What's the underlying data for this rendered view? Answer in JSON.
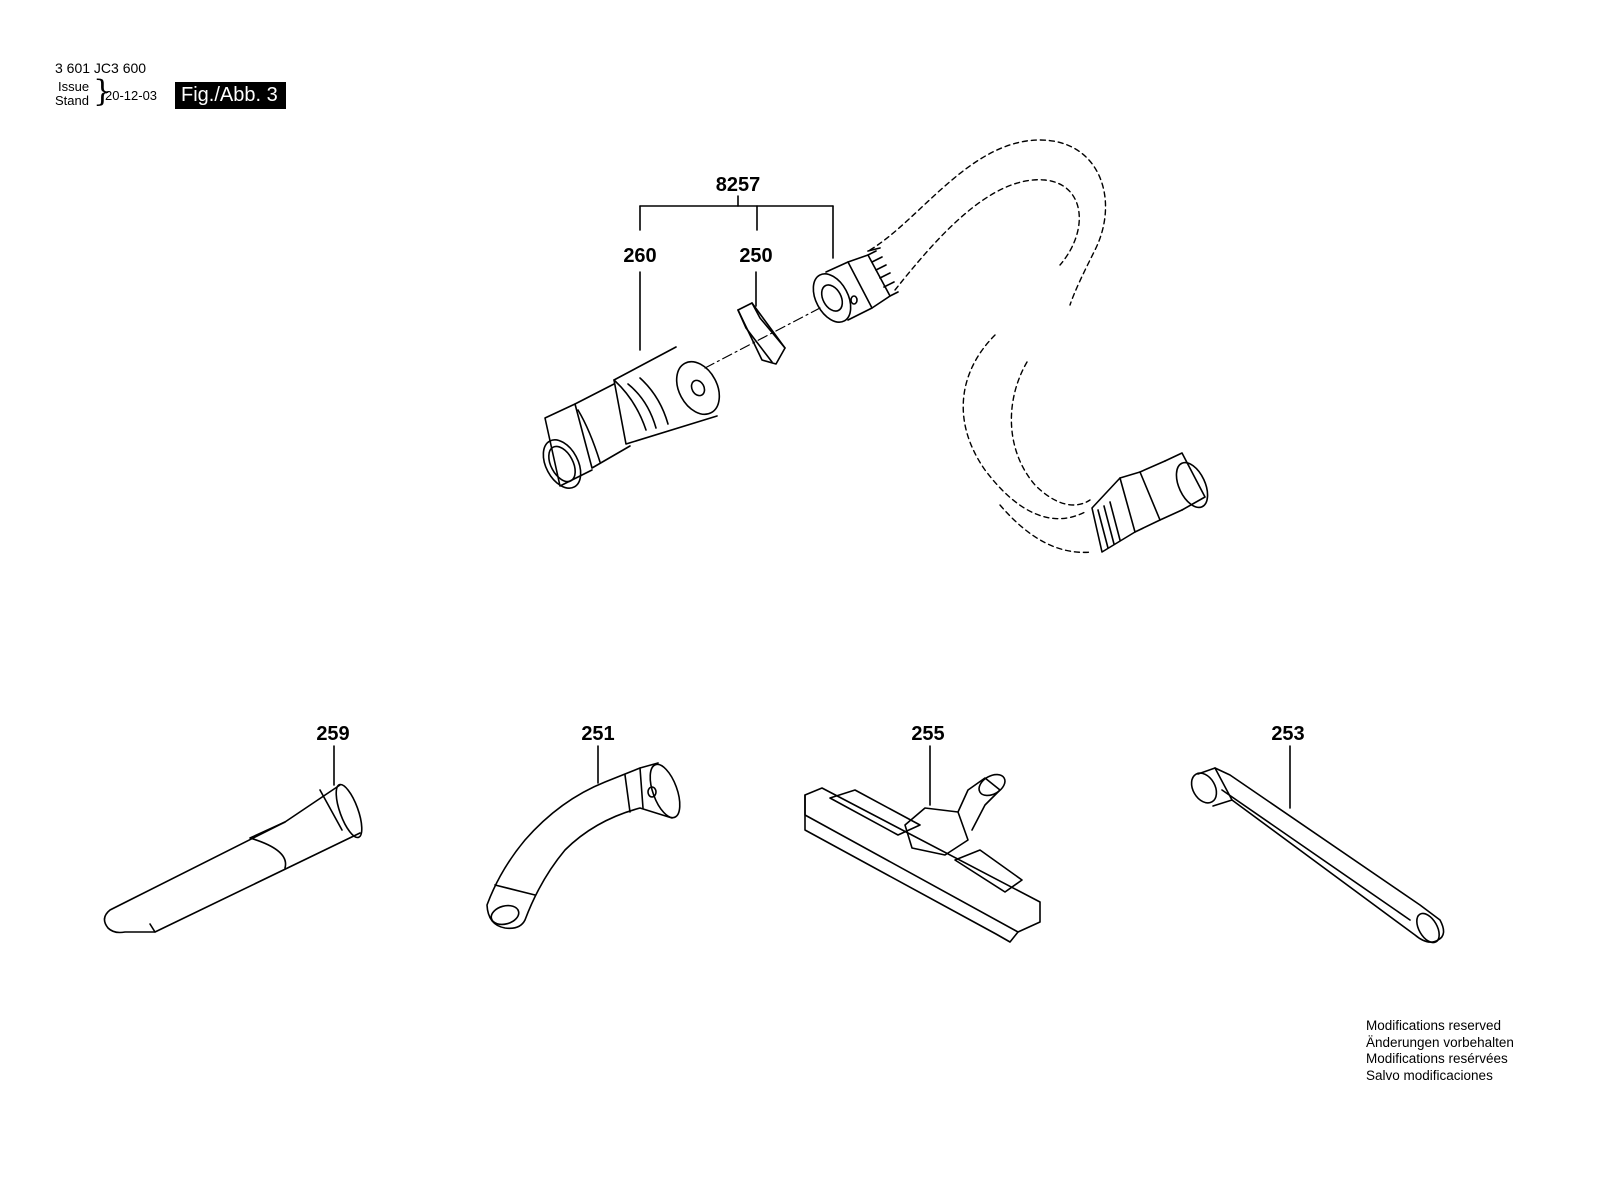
{
  "header": {
    "part_number": "3 601 JC3 600",
    "issue_label": "Issue",
    "stand_label": "Stand",
    "issue_date": "20-12-03",
    "figure_label": "Fig./Abb. 3"
  },
  "callouts": {
    "assembly": "8257",
    "adapter": "260",
    "clamp": "250",
    "crevice": "259",
    "elbow": "251",
    "floor": "255",
    "tube": "253"
  },
  "footer": {
    "lines": [
      "Modifications reserved",
      "Änderungen vorbehalten",
      "Modifications resérvées",
      "Salvo modificaciones"
    ]
  }
}
